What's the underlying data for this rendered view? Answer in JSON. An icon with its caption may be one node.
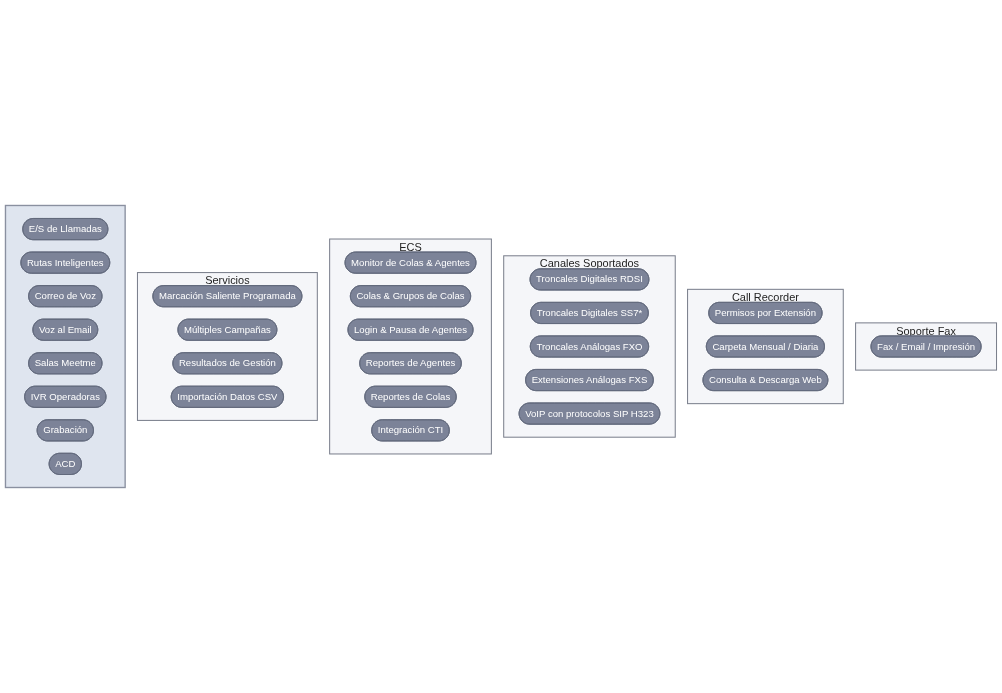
{
  "diagram": {
    "nodes": [
      {
        "text": [],
        "shape": "box"
      },
      {
        "text": [
          "E/S de Llamadas"
        ],
        "in": 0
      },
      {
        "text": [
          "Rutas Inteligentes"
        ],
        "in": 0
      },
      {
        "text": [
          "Correo de Voz"
        ],
        "in": 0
      },
      {
        "text": [
          "Voz al Email"
        ],
        "in": 0
      },
      {
        "text": [
          "Salas Meetme"
        ],
        "in": 0
      },
      {
        "text": [
          "IVR Operadoras"
        ],
        "in": 0
      },
      {
        "text": [
          "Grabación"
        ],
        "in": 0
      },
      {
        "text": [
          "ACD"
        ],
        "in": 0
      },
      {
        "text": [
          "Servicios"
        ]
      },
      {
        "text": [
          "Marcación Saliente Programada"
        ],
        "in": 9
      },
      {
        "text": [
          "Múltiples Campañas"
        ],
        "in": 9
      },
      {
        "text": [
          "Resultados de Gestión"
        ],
        "in": 9
      },
      {
        "text": [
          "Importación Datos CSV"
        ],
        "in": 9
      },
      {
        "text": [
          "ECS"
        ]
      },
      {
        "text": [
          "Monitor de Colas & Agentes"
        ],
        "in": 14
      },
      {
        "text": [
          "Colas & Grupos de Colas"
        ],
        "in": 14
      },
      {
        "text": [
          "Login & Pausa de Agentes"
        ],
        "in": 14
      },
      {
        "text": [
          "Reportes de Agentes"
        ],
        "in": 14
      },
      {
        "text": [
          "Reportes de Colas"
        ],
        "in": 14
      },
      {
        "text": [
          "Integración CTI"
        ],
        "in": 14
      },
      {
        "text": [
          "Canales Soportados"
        ]
      },
      {
        "text": [
          "Troncales Digitales RDSI"
        ],
        "in": 21
      },
      {
        "text": [
          "Troncales Digitales SS7*"
        ],
        "in": 21
      },
      {
        "text": [
          "Troncales Análogas FXO"
        ],
        "in": 21
      },
      {
        "text": [
          "Extensiones Análogas FXS"
        ],
        "in": 21
      },
      {
        "text": [
          "VoIP con protocolos SIP H323"
        ],
        "in": 21
      },
      {
        "text": [
          "Call Recorder"
        ]
      },
      {
        "text": [
          "Permisos por Extensión"
        ],
        "in": 27
      },
      {
        "text": [
          "Carpeta Mensual / Diaria"
        ],
        "in": 27
      },
      {
        "text": [
          "Consulta & Descarga Web"
        ],
        "in": 27
      },
      {
        "text": [
          "Soporte Fax"
        ]
      },
      {
        "text": [
          "Fax / Email / Impresión"
        ],
        "in": 31
      }
    ]
  }
}
